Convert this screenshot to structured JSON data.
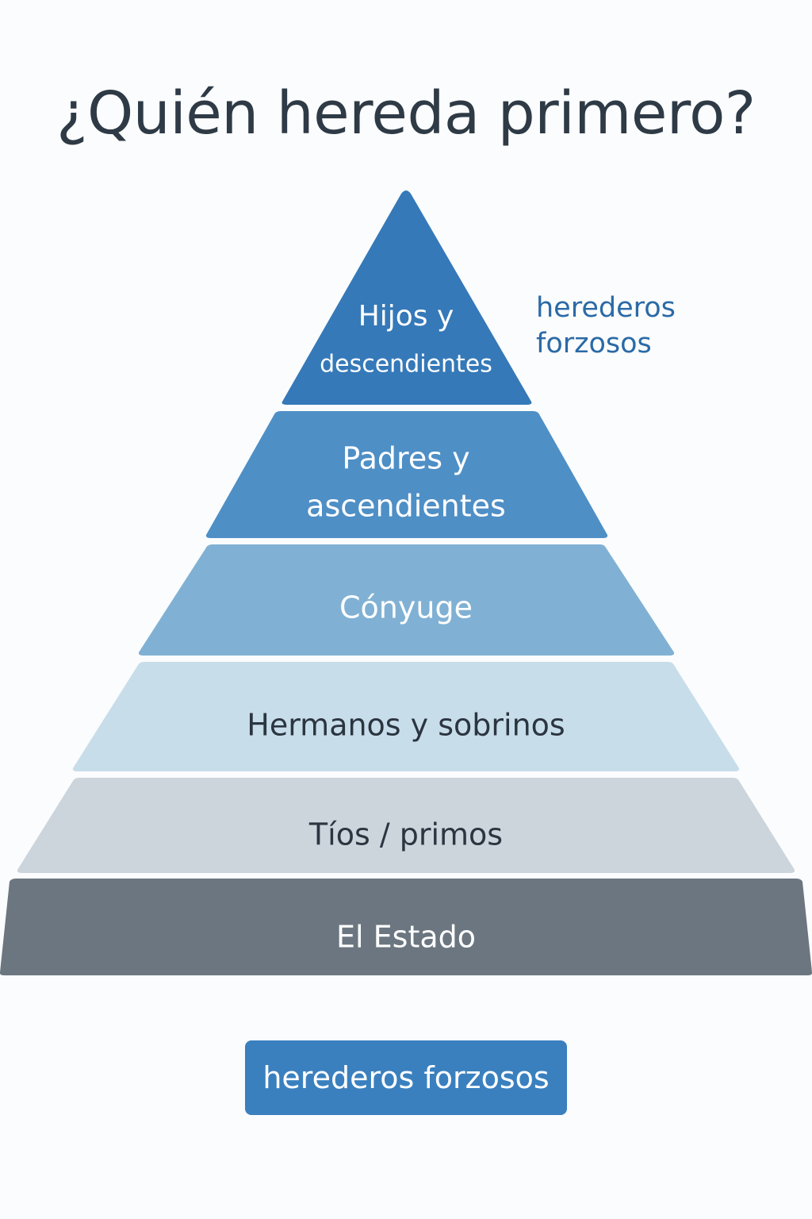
{
  "title": "¿Quién hereda primero?",
  "side_label": {
    "line1": "herederos",
    "line2": "forzosos"
  },
  "badge": "herederos forzosos",
  "tiers": [
    {
      "lines": [
        "Hijos y",
        "descendientes"
      ],
      "fill": "#3579b8",
      "text_color": "#ffffff"
    },
    {
      "lines": [
        "Padres y",
        "ascendientes"
      ],
      "fill": "#4e8fc6",
      "text_color": "#ffffff"
    },
    {
      "lines": [
        "Cónyuge"
      ],
      "fill": "#80b1d4",
      "text_color": "#ffffff"
    },
    {
      "lines": [
        "Hermanos y sobrinos"
      ],
      "fill": "#c8ddea",
      "text_color": "#2b3540"
    },
    {
      "lines": [
        "Tíos / primos"
      ],
      "fill": "#ccd4dc",
      "text_color": "#2b3540"
    },
    {
      "lines": [
        "El Estado"
      ],
      "fill": "#6b7680",
      "text_color": "#ffffff"
    }
  ]
}
